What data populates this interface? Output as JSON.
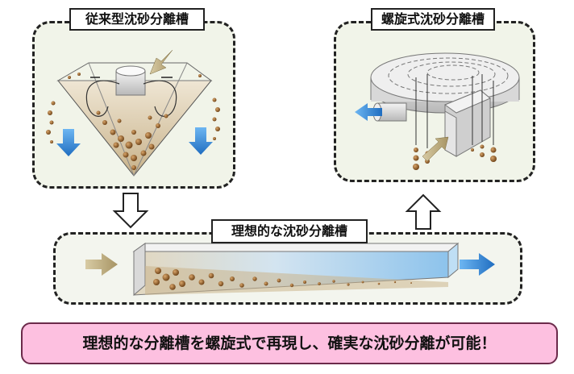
{
  "conventional": {
    "title": "従来型沈砂分離槽"
  },
  "spiral": {
    "title": "螺旋式沈砂分離槽"
  },
  "ideal": {
    "title": "理想的な沈砂分離槽"
  },
  "conclusion": {
    "text": "理想的な分離槽を螺旋式で再現し、確実な沈砂分離が可能！"
  },
  "colors": {
    "flow_arrow_blue": "#2f7fd0",
    "inflow_arrow_tan": "#b9a77a",
    "sand_particle": "#8a5a2b",
    "water_blue": "#9cc8ec",
    "conclusion_bg": "#fdc0e0"
  }
}
